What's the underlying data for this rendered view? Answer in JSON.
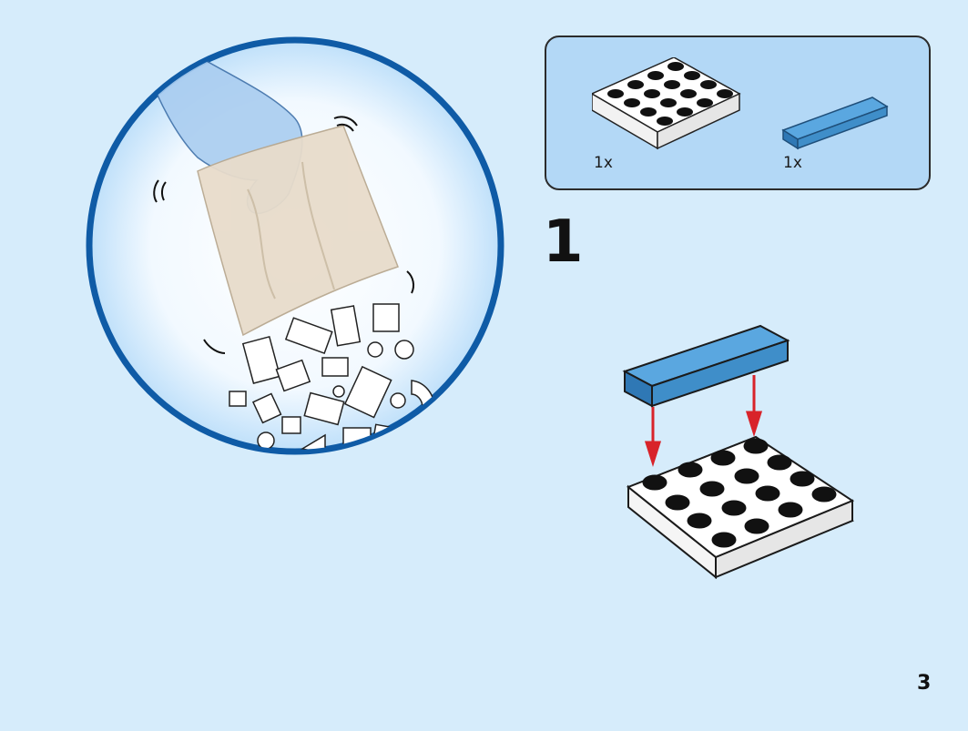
{
  "parts_list": {
    "items": [
      {
        "name": "plate-4x4-white-icon",
        "quantity": "1x",
        "color": "#ffffff"
      },
      {
        "name": "tile-1x4-blue-icon",
        "quantity": "1x",
        "color": "#3f8ec9"
      }
    ]
  },
  "step": {
    "number": "1"
  },
  "page": {
    "number": "3"
  },
  "colors": {
    "background": "#d6ecfb",
    "circle_border": "#0f5ba6",
    "brick_blue": "#3f8ec9",
    "arrow_red": "#d8232a"
  }
}
